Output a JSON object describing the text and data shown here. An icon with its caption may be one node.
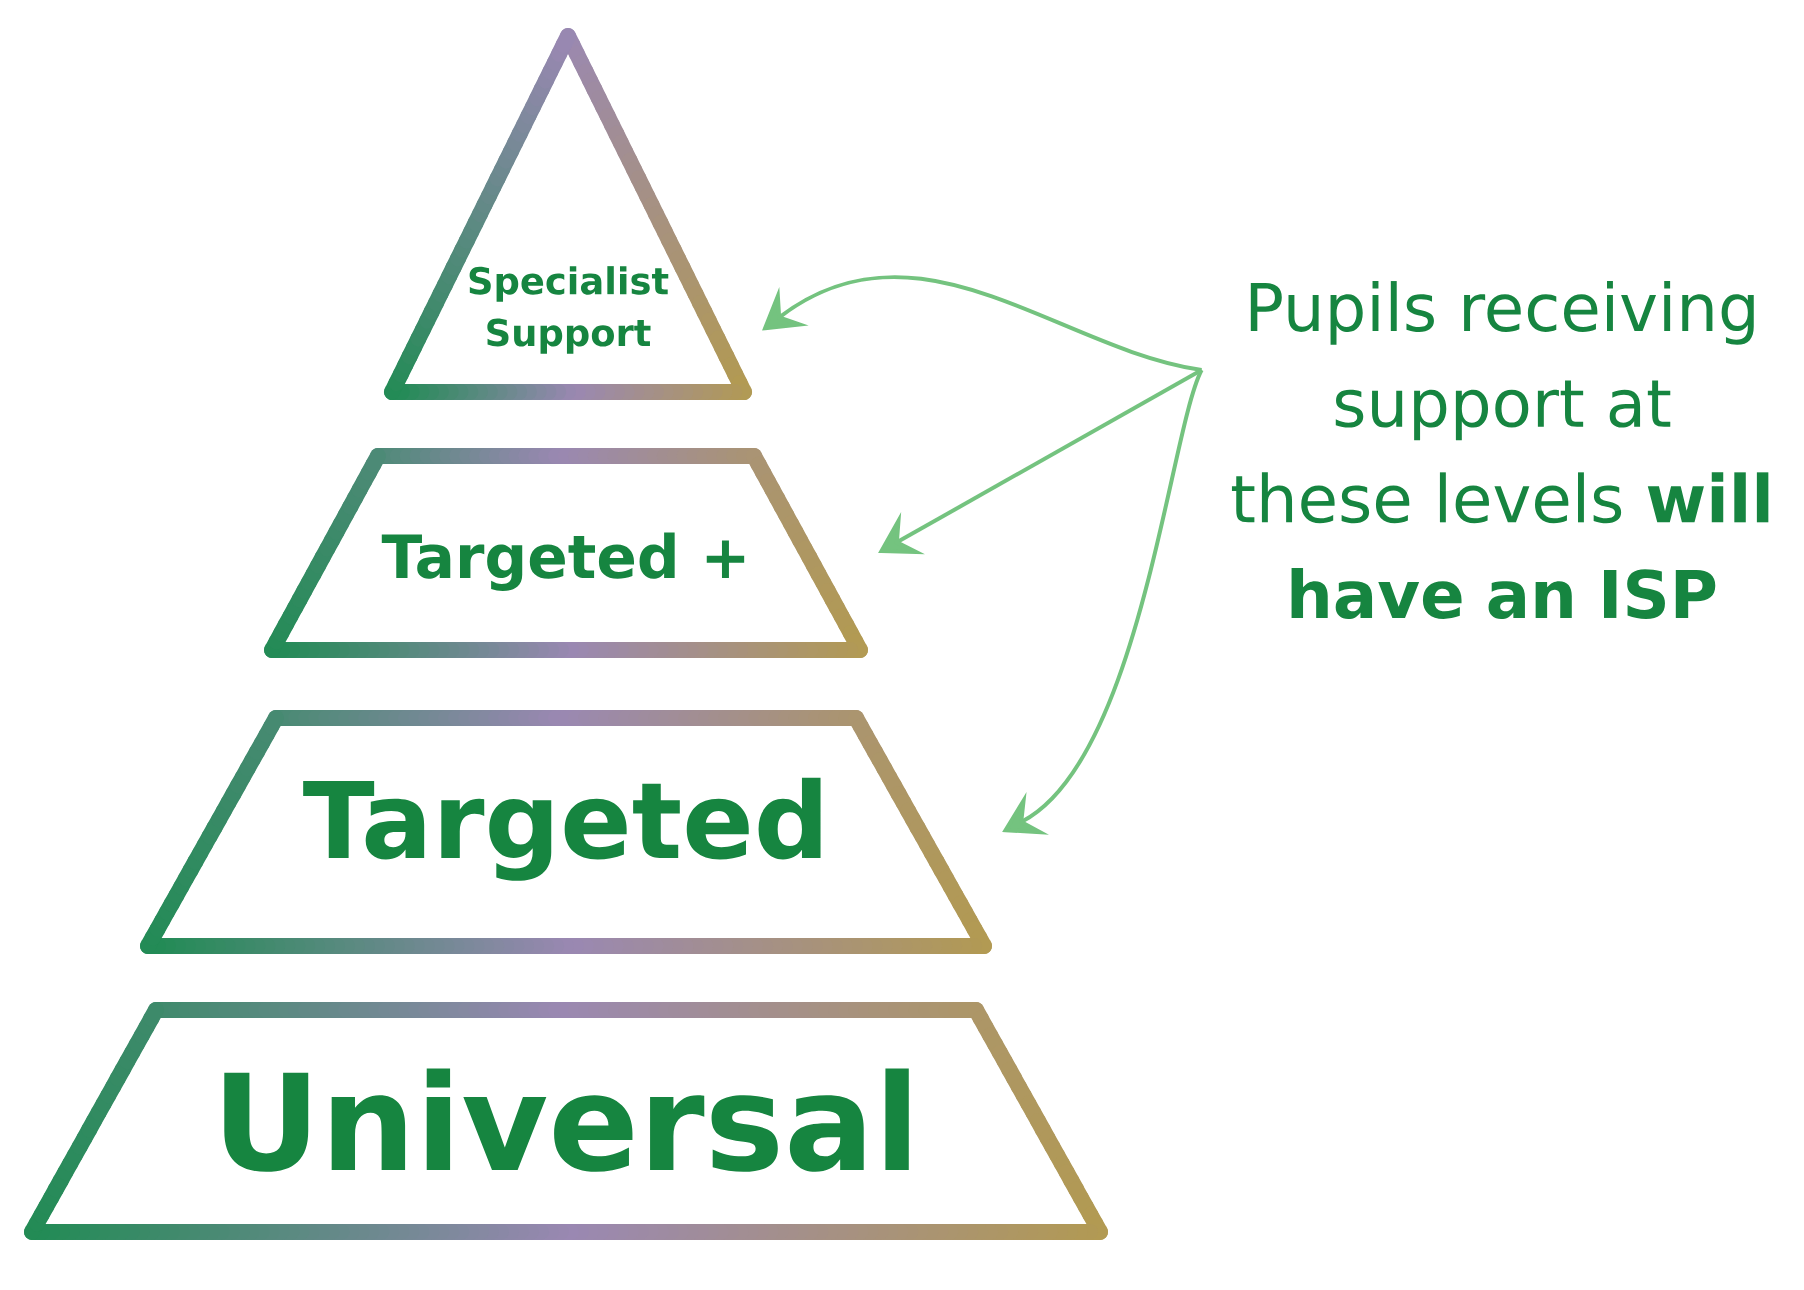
{
  "diagram": {
    "nodes": [
      {
        "text": [
          "Specialist Support"
        ]
      },
      {
        "text": [
          "Targeted +"
        ]
      },
      {
        "text": [
          "Targeted"
        ]
      },
      {
        "text": [
          "Universal"
        ]
      },
      {
        "text": [
          "Pupils receiving support at these levels **will have an ISP**"
        ]
      }
    ],
    "edges": [
      {
        "from": 4,
        "to": 0,
        "arrow": "to"
      },
      {
        "from": 4,
        "to": 1,
        "arrow": "to"
      },
      {
        "from": 4,
        "to": 2,
        "arrow": "to"
      }
    ]
  }
}
